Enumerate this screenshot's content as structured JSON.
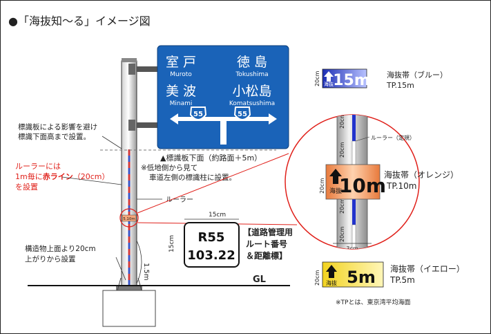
{
  "title": "●「海抜知〜る」イメージ図",
  "sign": {
    "bg_color": "#1a63b8",
    "left_top": {
      "kanji": "室 戸",
      "roman": "Muroto"
    },
    "right_top": {
      "kanji": "徳 島",
      "roman": "Tokushima"
    },
    "left_bottom": {
      "kanji": "美 波",
      "roman": "Minami"
    },
    "right_bottom": {
      "kanji": "小松島",
      "roman": "Komatsushima"
    },
    "route_left": "55",
    "route_right": "55",
    "caption": "▲標識板下面（約路面＋5m）"
  },
  "notes": {
    "avoid_line1": "標識板による影響を避け",
    "avoid_line2": "標識下面高まで設置。",
    "red_line1": "ルーラーには",
    "red_line2_a": "1m毎に",
    "red_line2_b": "赤ライン",
    "red_line2_c": "（20cm）",
    "red_line3": "を設置",
    "lowland_line1": "※低地側から見て",
    "lowland_line2": "車道左側の標識柱に設置。",
    "ruler_label": "ルーラー",
    "struct_line1": "構造物上面より20cm",
    "struct_line2": "上がりから設置",
    "height_15": "1.5m",
    "gl": "GL",
    "pole_tag": "5.10m"
  },
  "route_marker": {
    "width_label": "15cm",
    "height_label": "15cm",
    "route": "R55",
    "km": "103.22",
    "desc_line1": "【道路管理用",
    "desc_line2": "ルート番号",
    "desc_line3": "＆距離標】"
  },
  "plates": [
    {
      "size": "20cm",
      "kaibatsu": "海抜",
      "value": "15m",
      "band": "海抜帯（ブルー）",
      "tp": "TP.15m",
      "color": "#2233cc"
    },
    {
      "size": "20cm",
      "kaibatsu": "海抜",
      "value": "10m",
      "band": "海抜帯（オレンジ）",
      "tp": "TP.10m",
      "color": "#f08a4a"
    },
    {
      "size": "20cm",
      "kaibatsu": "海抜",
      "value": "5m",
      "band": "海抜帯（イエロー）",
      "tp": "TP.5m",
      "color": "#f5e04a"
    }
  ],
  "zoom": {
    "ruler_label": "ルーラー（定規）",
    "tick_20": "20cm",
    "width_3": "3cm"
  },
  "tp_note": "※TPとは、東京湾平均海面"
}
